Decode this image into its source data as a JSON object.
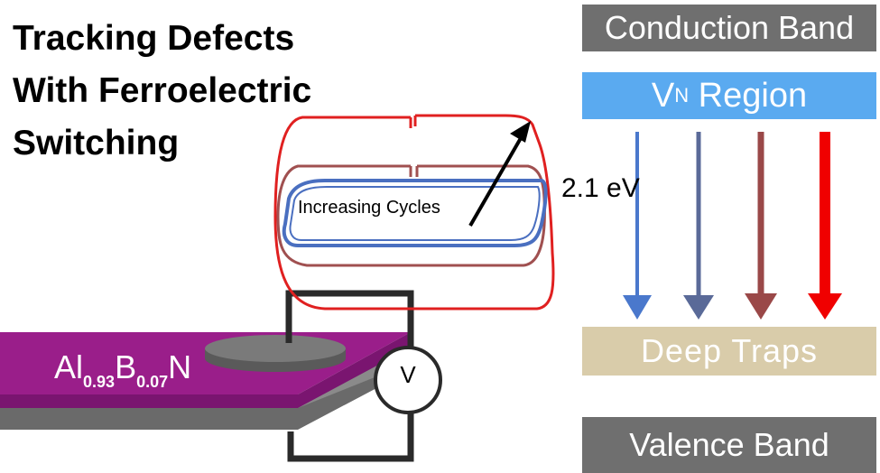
{
  "title": {
    "line1": "Tracking Defects",
    "line2": "With Ferroelectric",
    "line3": "Switching"
  },
  "bands": {
    "conduction": "Conduction Band",
    "vn_main": "V",
    "vn_sub": "N",
    "vn_rest": " Region",
    "deep_traps": "Deep Traps",
    "valence": "Valence Band"
  },
  "energy_label": "2.1 eV",
  "cycles_label": "Increasing Cycles",
  "material": {
    "al": "Al",
    "al_sub": "0.93",
    "b": "B",
    "b_sub": "0.07",
    "n": "N"
  },
  "voltmeter": "V",
  "colors": {
    "band_gray": "#6f6f6f",
    "vn_blue": "#5aaaf0",
    "traps_tan": "#d9ccaa",
    "loop_red": "#e02020",
    "loop_brown": "#a05050",
    "loop_blue": "#4a6fc0",
    "arrow_blue": "#4a78cc",
    "arrow_slate": "#5a6a98",
    "arrow_brown": "#9a4848",
    "arrow_red": "#f00000",
    "substrate_purple": "#9a1e8a",
    "substrate_gray": "#8a8a8a"
  }
}
